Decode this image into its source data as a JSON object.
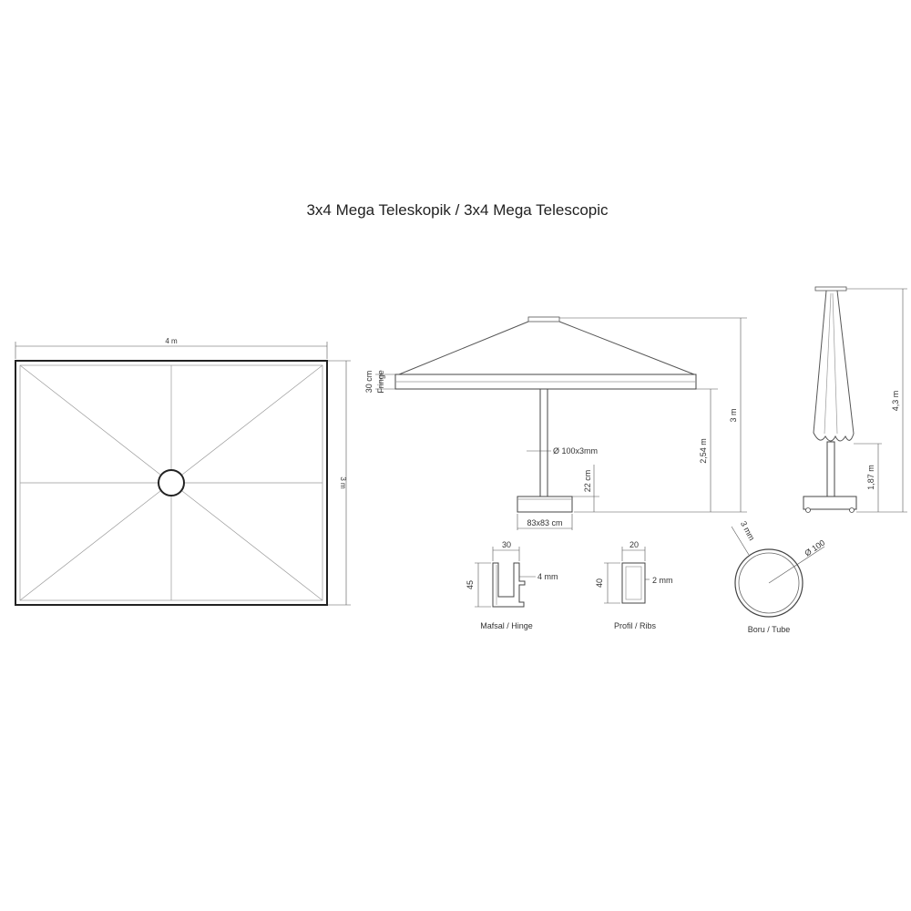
{
  "title": "3x4 Mega Teleskopik / 3x4 Mega Telescopic",
  "top_view": {
    "width_label": "4 m",
    "height_label": "3 m"
  },
  "side_view": {
    "fringe_label": "30 cm",
    "fringe_word": "Fringe",
    "pole_label": "Ø 100x3mm",
    "total_height_label": "3 m",
    "clearance_label": "2,54 m",
    "base_height_label": "22 cm",
    "base_size_label": "83x83 cm"
  },
  "closed_view": {
    "total_height_label": "4,3 m",
    "clearance_label": "1,87 m"
  },
  "details": {
    "hinge": {
      "width": "30",
      "height": "45",
      "thickness": "4 mm",
      "caption": "Mafsal / Hinge"
    },
    "ribs": {
      "width": "20",
      "height": "40",
      "thickness": "2 mm",
      "caption": "Profil / Ribs"
    },
    "tube": {
      "wall": "3 mm",
      "diameter": "Ø 100",
      "caption": "Boru / Tube"
    }
  }
}
